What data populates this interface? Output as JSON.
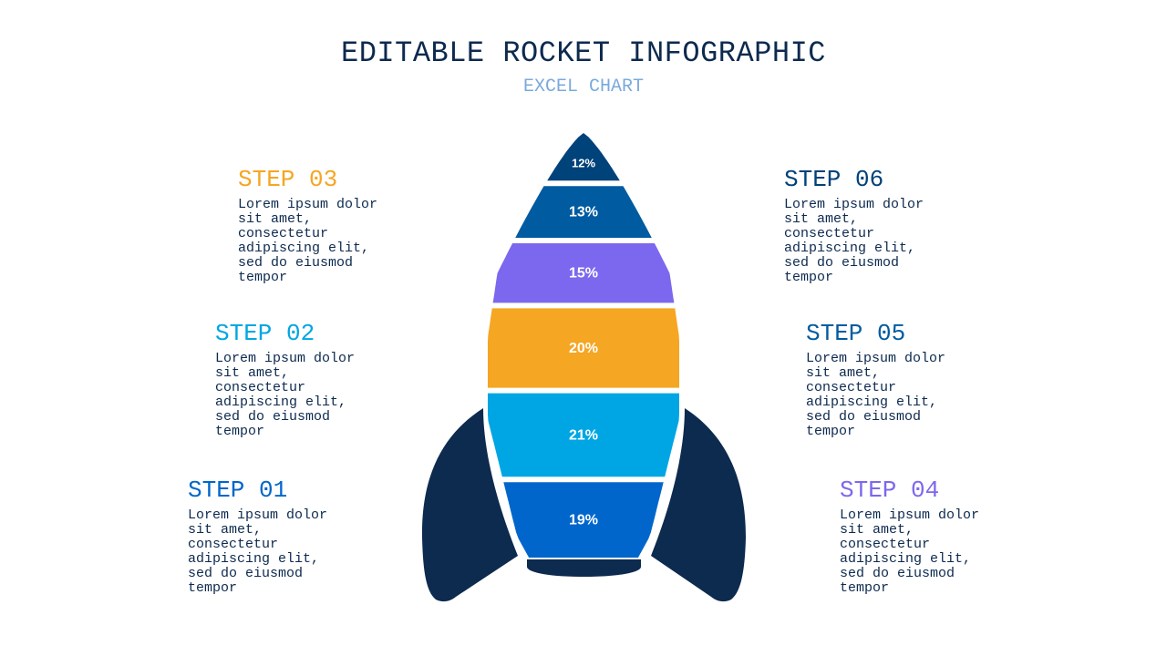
{
  "title": "EDITABLE ROCKET INFOGRAPHIC",
  "subtitle": "EXCEL CHART",
  "steps": [
    {
      "title": "STEP 01",
      "text": "Lorem ipsum dolor sit amet, consectetur adipiscing elit, sed do eiusmod tempor",
      "color": "#0066cc"
    },
    {
      "title": "STEP 02",
      "text": "Lorem ipsum dolor sit amet, consectetur adipiscing elit, sed do eiusmod tempor",
      "color": "#00a6e3"
    },
    {
      "title": "STEP 03",
      "text": "Lorem ipsum dolor sit amet, consectetur adipiscing elit, sed do eiusmod tempor",
      "color": "#f5a623"
    },
    {
      "title": "STEP 04",
      "text": "Lorem ipsum dolor sit amet, consectetur adipiscing elit, sed do eiusmod tempor",
      "color": "#7b68ee"
    },
    {
      "title": "STEP 05",
      "text": "Lorem ipsum dolor sit amet, consectetur adipiscing elit, sed do eiusmod tempor",
      "color": "#005ba0"
    },
    {
      "title": "STEP 06",
      "text": "Lorem ipsum dolor sit amet, consectetur adipiscing elit, sed do eiusmod tempor",
      "color": "#00427a"
    }
  ],
  "chart_data": {
    "type": "bar",
    "categories": [
      "STEP 01",
      "STEP 02",
      "STEP 03",
      "STEP 04",
      "STEP 05",
      "STEP 06"
    ],
    "values": [
      19,
      21,
      20,
      15,
      13,
      12
    ],
    "labels": [
      "19%",
      "21%",
      "20%",
      "15%",
      "13%",
      "12%"
    ],
    "colors": [
      "#0066cc",
      "#00a6e3",
      "#f5a623",
      "#7b68ee",
      "#005ba0",
      "#00427a"
    ],
    "fin_color": "#0d2a4f"
  }
}
